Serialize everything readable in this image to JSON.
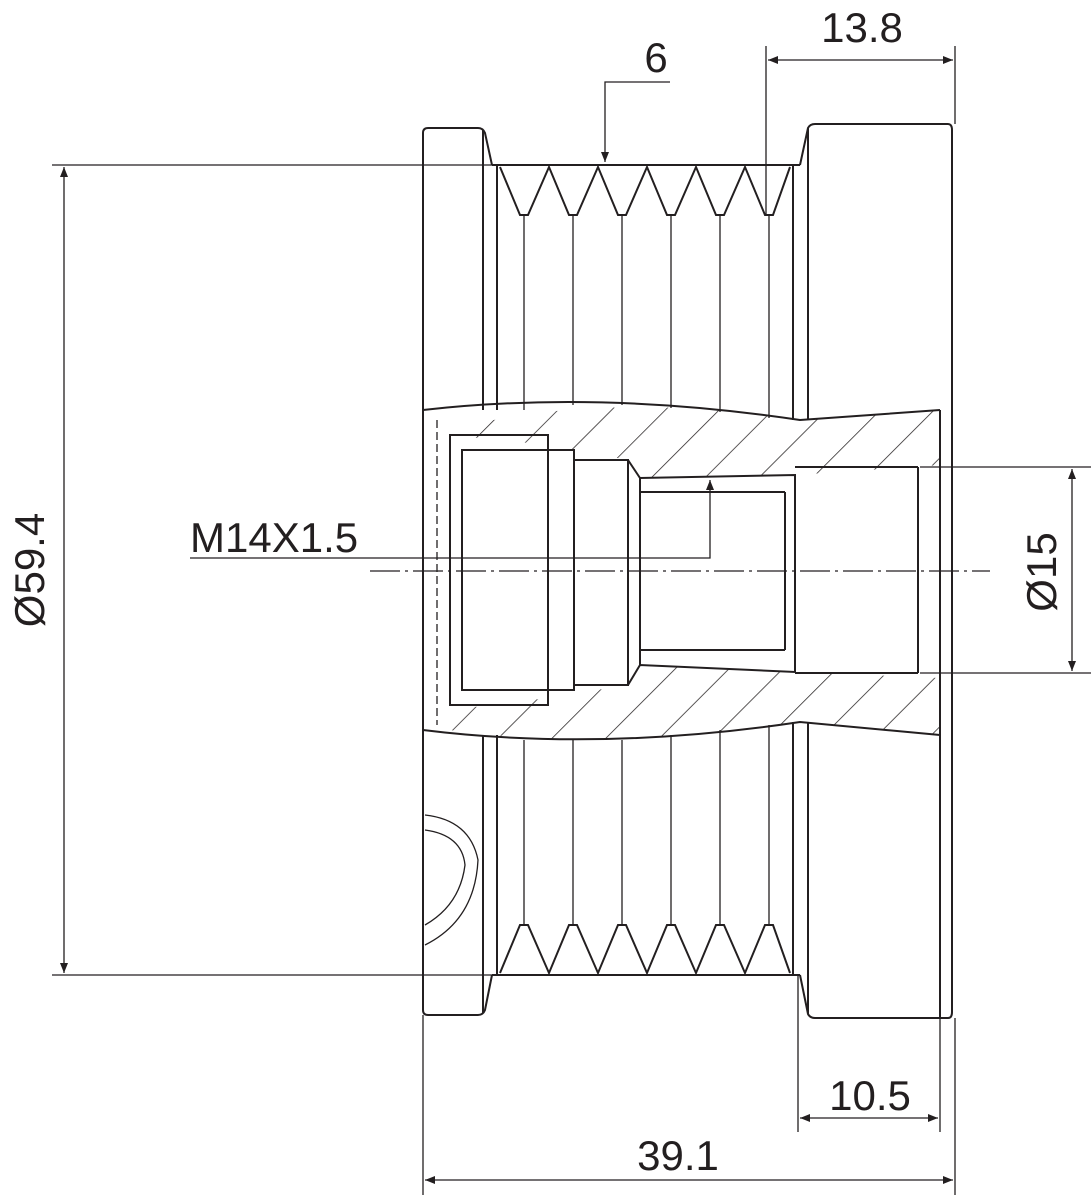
{
  "drawing": {
    "title": "Overrunning alternator pulley dimensional drawing",
    "dimensions": {
      "outer_diameter": "Ø59.4",
      "bore_diameter": "Ø15",
      "thread": "M14X1.5",
      "groove_count_label": "6",
      "right_width": "13.8",
      "hub_width": "10.5",
      "overall_length": "39.1"
    },
    "line_color": "#231f20"
  }
}
